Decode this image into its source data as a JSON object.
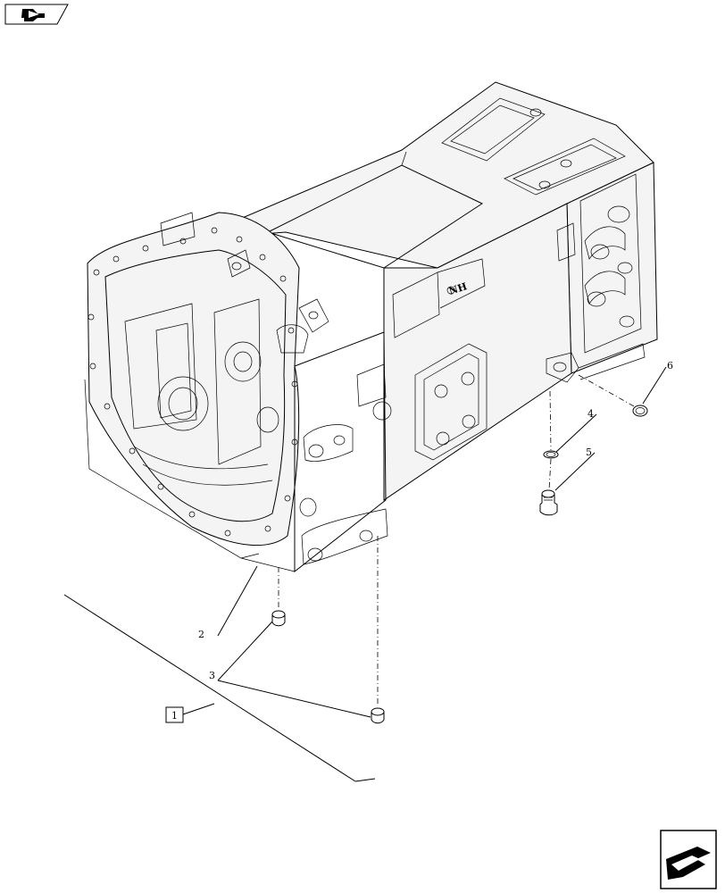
{
  "diagram": {
    "callouts": [
      "2",
      "3",
      "4",
      "5",
      "6"
    ],
    "boxed_callout": "1",
    "logo_text": "NH"
  },
  "nav": {
    "top_icon": "back-page-icon",
    "bottom_icon": "next-page-icon"
  }
}
